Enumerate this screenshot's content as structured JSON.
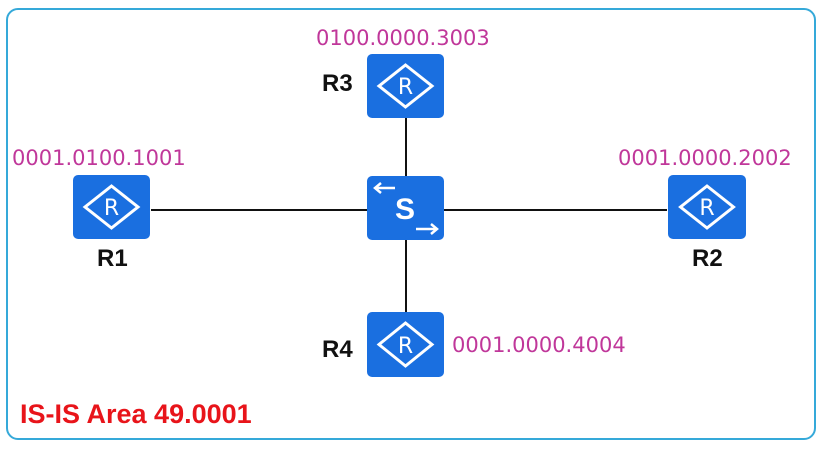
{
  "colors": {
    "device_fill": "#1a6fe0",
    "link": "#111111",
    "frame_border": "#35a9d9",
    "address_text": "#c0379a",
    "area_text": "#e8141a"
  },
  "devices": {
    "r1": {
      "name": "R1",
      "system_id": "0001.0100.1001",
      "icon": "router-icon"
    },
    "r2": {
      "name": "R2",
      "system_id": "0001.0000.2002",
      "icon": "router-icon"
    },
    "r3": {
      "name": "R3",
      "system_id": "0100.0000.3003",
      "icon": "router-icon"
    },
    "r4": {
      "name": "R4",
      "system_id": "0001.0000.4004",
      "icon": "router-icon"
    },
    "sw": {
      "name": "S",
      "icon": "switch-icon"
    }
  },
  "area_label": "IS-IS Area 49.0001"
}
